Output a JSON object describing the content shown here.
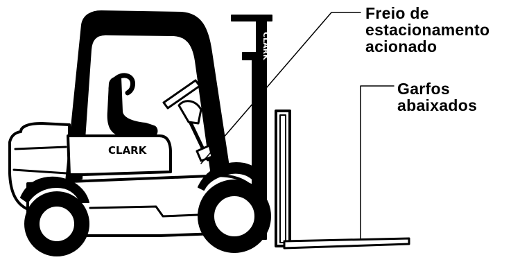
{
  "labels": {
    "parking_brake": {
      "line1": "Freio de",
      "line2": "estacionamento",
      "line3": "acionado"
    },
    "forks": {
      "line1": "Garfos",
      "line2": "abaixados"
    }
  },
  "brand": {
    "body_logo": "CLARK",
    "mast_logo": "CLARK"
  },
  "colors": {
    "ink": "#000000",
    "paper": "#ffffff"
  }
}
